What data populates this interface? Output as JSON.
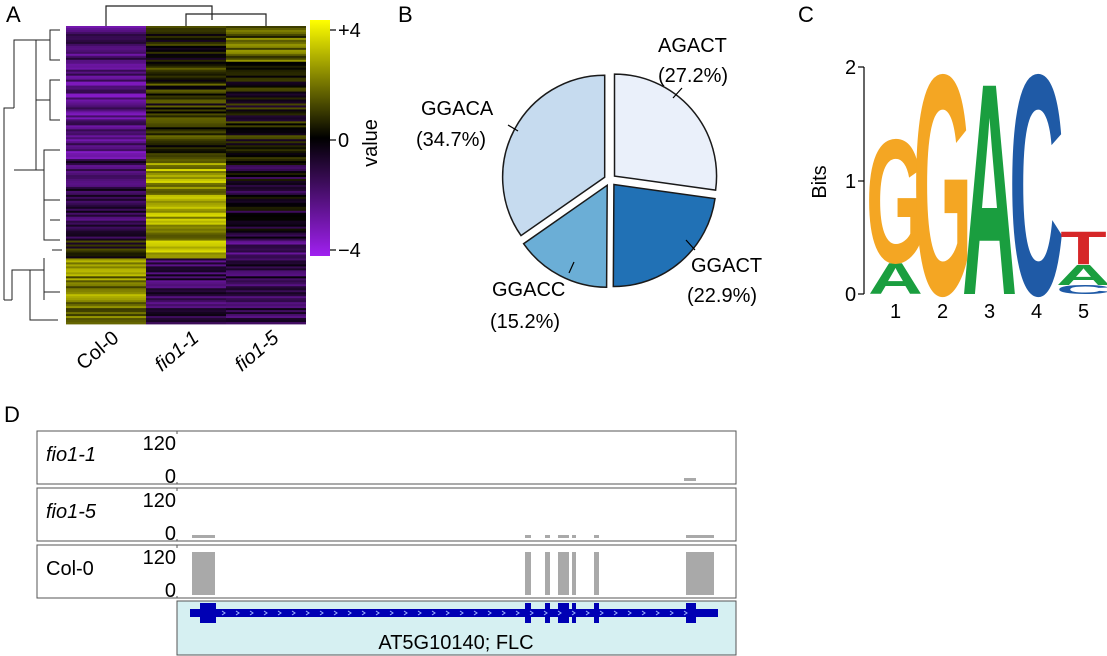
{
  "panels": {
    "a": "A",
    "b": "B",
    "c": "C",
    "d": "D"
  },
  "heatmap": {
    "columns": [
      "Col-0",
      "fio1-1",
      "fio1-5"
    ],
    "colorbar_title": "value",
    "colorbar_ticks": [
      "+4",
      "0",
      "−4"
    ],
    "colormap": {
      "low": "#a020f0",
      "mid": "#000000",
      "high": "#ffff00"
    },
    "range": [
      -4,
      4
    ]
  },
  "chart_data": [
    {
      "type": "pie",
      "slices": [
        {
          "label": "AGACT",
          "pct_label": "(27.2%)",
          "value": 27.2,
          "color": "#eaf0fa"
        },
        {
          "label": "GGACT",
          "pct_label": "(22.9%)",
          "value": 22.9,
          "color": "#2171b5"
        },
        {
          "label": "GGACC",
          "pct_label": "(15.2%)",
          "value": 15.2,
          "color": "#6baed6"
        },
        {
          "label": "GGACA",
          "pct_label": "(34.7%)",
          "value": 34.7,
          "color": "#c6dbef"
        }
      ]
    },
    {
      "type": "sequence-logo",
      "ylabel": "Bits",
      "yticks": [
        "0",
        "1",
        "2"
      ],
      "ylim": [
        0,
        2
      ],
      "positions": [
        "1",
        "2",
        "3",
        "4",
        "5"
      ],
      "letter_colors": {
        "A": "#1a9e3f",
        "C": "#1f5aa6",
        "G": "#f4a623",
        "T": "#d62728"
      },
      "stacks": [
        [
          {
            "letter": "A",
            "bits": 0.28
          },
          {
            "letter": "G",
            "bits": 1.12
          }
        ],
        [
          {
            "letter": "G",
            "bits": 2.0
          }
        ],
        [
          {
            "letter": "A",
            "bits": 1.92
          }
        ],
        [
          {
            "letter": "C",
            "bits": 2.0
          }
        ],
        [
          {
            "letter": "C",
            "bits": 0.08
          },
          {
            "letter": "A",
            "bits": 0.18
          },
          {
            "letter": "T",
            "bits": 0.3
          }
        ]
      ]
    }
  ],
  "tracks": [
    {
      "name": "fio1-1",
      "italic": true,
      "ymax": "120",
      "ymin": "0"
    },
    {
      "name": "fio1-5",
      "italic": true,
      "ymax": "120",
      "ymin": "0"
    },
    {
      "name": "Col-0",
      "italic": false,
      "ymax": "120",
      "ymin": "0"
    }
  ],
  "gene_label": "AT5G10140; FLC",
  "colors": {
    "coverage": "#a9a9a9",
    "gene": "#0000b4",
    "gene_bg": "#d6f0f2"
  }
}
